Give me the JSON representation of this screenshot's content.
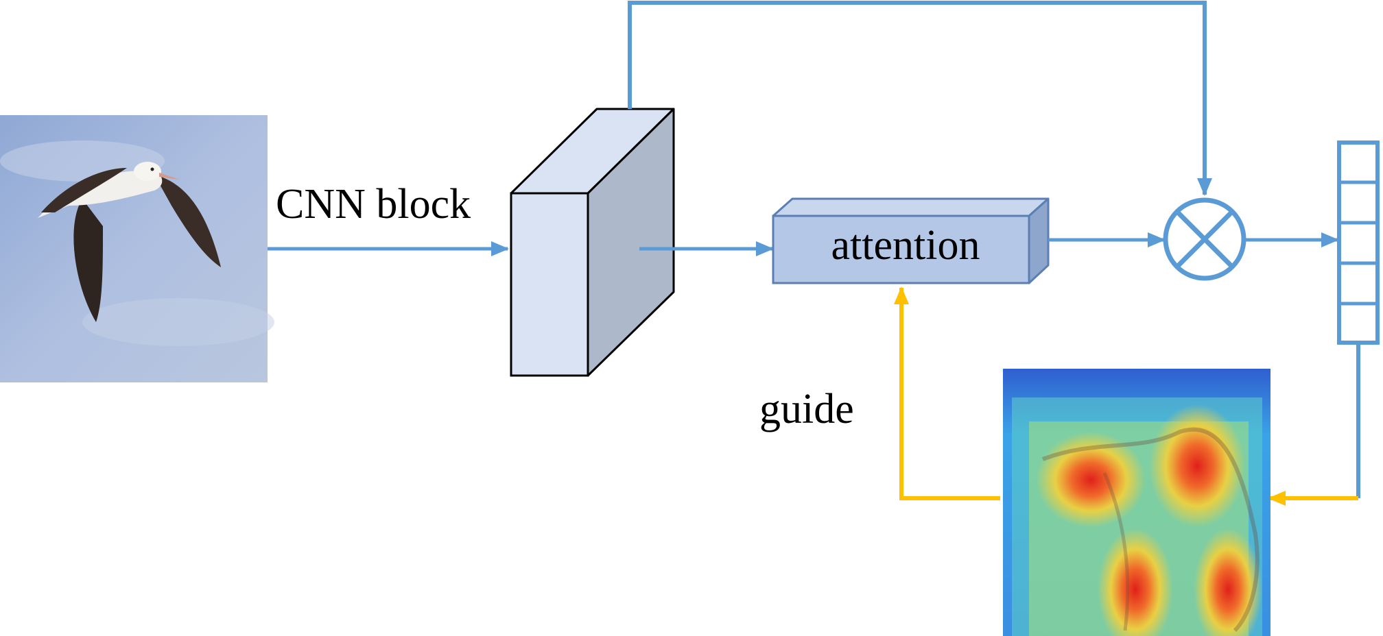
{
  "labels": {
    "cnn_block": "CNN block",
    "attention": "attention",
    "guide": "guide"
  },
  "icons": {
    "input_image": "bird-photo",
    "feature_map": "3d-feature-block",
    "multiply": "circled-times-operator",
    "output_vector": "stacked-vector-cells",
    "heatmap": "attention-heatmap-overlay"
  },
  "colors": {
    "flow_arrow": "#5b9bd5",
    "guide_arrow": "#ffc000",
    "block_front": "#dae3f3",
    "block_side": "#adb9ca",
    "attention_fill": "#b4c7e7",
    "sky": "#a7b8d9"
  }
}
